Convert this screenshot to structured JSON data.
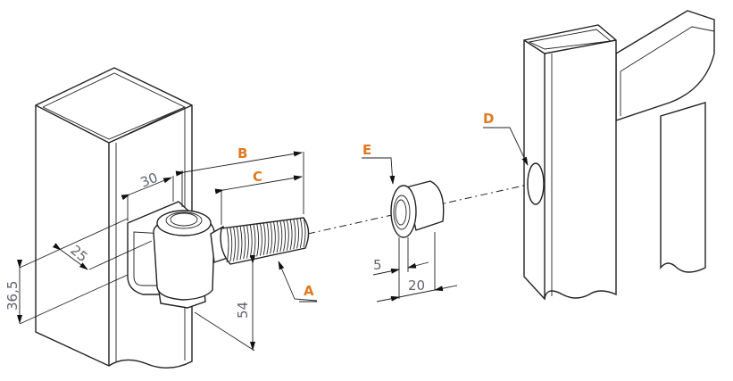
{
  "diagram": {
    "labels": {
      "A": "A",
      "B": "B",
      "C": "C",
      "D": "D",
      "E": "E"
    },
    "dimensions": {
      "d30": "30",
      "d25": "25",
      "d36_5": "36,5",
      "d54": "54",
      "d5": "5",
      "d20": "20"
    },
    "colors": {
      "label": "#e07a1f",
      "dimension_text": "#5f6370",
      "line": "#222222"
    }
  }
}
